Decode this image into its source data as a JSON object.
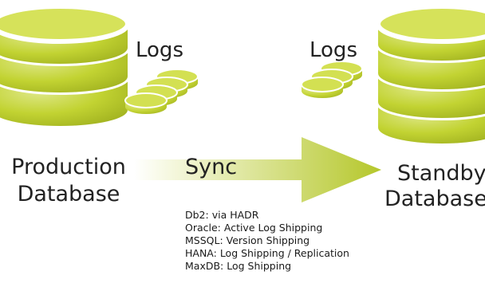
{
  "diagram": {
    "colors": {
      "database_green": "#b7c92b",
      "database_green_dark": "#9aab1c",
      "database_green_light": "#dfe88a",
      "arrow_start": "#ffffff",
      "arrow_end": "#b5c72b",
      "text": "#222222"
    },
    "production": {
      "line1": "Production",
      "line2": "Database",
      "logs_label": "Logs"
    },
    "standby": {
      "line1": "Standby",
      "line2": "Database",
      "logs_label": "Logs"
    },
    "sync_label": "Sync",
    "notes": [
      "Db2: via HADR",
      "Oracle: Active Log Shipping",
      "MSSQL: Version Shipping",
      "HANA: Log Shipping / Replication",
      "MaxDB: Log Shipping"
    ],
    "icons": [
      "production-database-icon",
      "production-logs-icon",
      "standby-logs-icon",
      "standby-database-icon",
      "sync-arrow-icon"
    ]
  }
}
